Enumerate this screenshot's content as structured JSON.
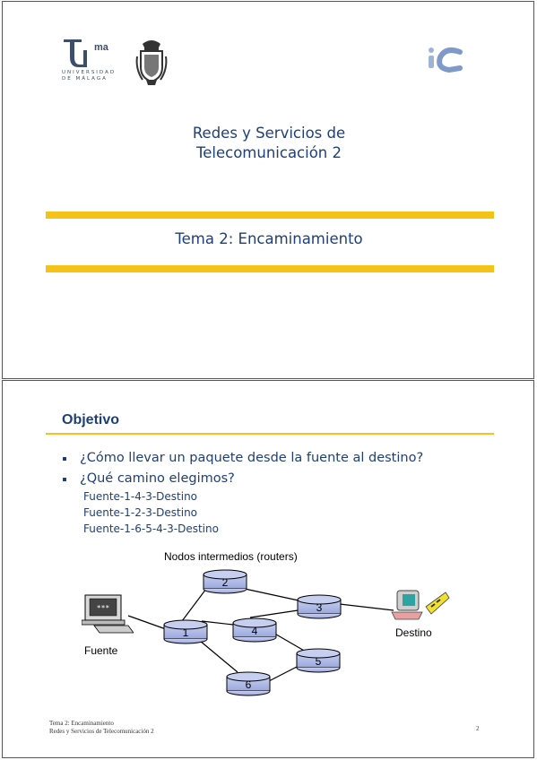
{
  "slide1": {
    "uma_mark": "ma",
    "uma_text_line1": "UNIVERSIDAD",
    "uma_text_line2": "DE MÁLAGA",
    "ic_logo": "iC",
    "title_line1": "Redes y Servicios de",
    "title_line2": "Telecomunicación 2",
    "subtitle": "Tema 2: Encaminamiento"
  },
  "slide2": {
    "heading": "Objetivo",
    "bullets": [
      "¿Cómo llevar un paquete desde la fuente al destino?",
      "¿Qué camino elegimos?"
    ],
    "routes": [
      "Fuente-1-4-3-Destino",
      "Fuente-1-2-3-Destino",
      "Fuente-1-6-5-4-3-Destino"
    ],
    "diagram": {
      "caption": "Nodos intermedios (routers)",
      "source_label": "Fuente",
      "dest_label": "Destino",
      "nodes": [
        "1",
        "2",
        "3",
        "4",
        "5",
        "6"
      ],
      "screen_text": "***"
    },
    "footer_line1": "Tema 2: Encaminamiento",
    "footer_line2": "Redes y Servicios de Telecomunicación 2",
    "page_number": "2"
  },
  "colors": {
    "title_blue": "#1f3f77",
    "accent_yellow": "#f5c317",
    "router_fill": "#b4bfea"
  }
}
